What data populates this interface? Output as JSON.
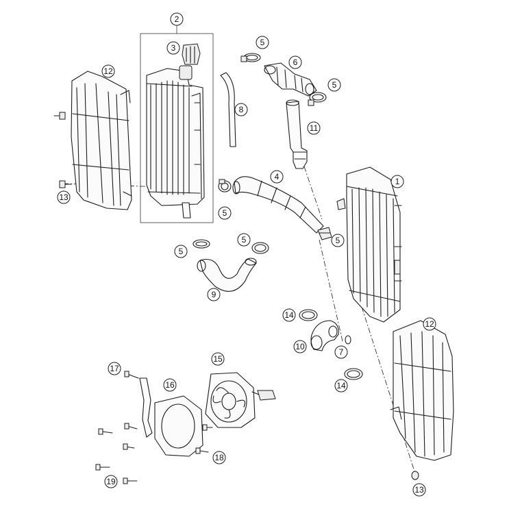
{
  "diagram": {
    "callouts": [
      {
        "id": "c1",
        "label": "1"
      },
      {
        "id": "c2",
        "label": "2"
      },
      {
        "id": "c3",
        "label": "3"
      },
      {
        "id": "c4",
        "label": "4"
      },
      {
        "id": "c5a",
        "label": "5"
      },
      {
        "id": "c5b",
        "label": "5"
      },
      {
        "id": "c5c",
        "label": "5"
      },
      {
        "id": "c5d",
        "label": "5"
      },
      {
        "id": "c5e",
        "label": "5"
      },
      {
        "id": "c5f",
        "label": "5"
      },
      {
        "id": "c6",
        "label": "6"
      },
      {
        "id": "c7",
        "label": "7"
      },
      {
        "id": "c8",
        "label": "8"
      },
      {
        "id": "c9",
        "label": "9"
      },
      {
        "id": "c10",
        "label": "10"
      },
      {
        "id": "c11",
        "label": "11"
      },
      {
        "id": "c12a",
        "label": "12"
      },
      {
        "id": "c12b",
        "label": "12"
      },
      {
        "id": "c13a",
        "label": "13"
      },
      {
        "id": "c13b",
        "label": "13"
      },
      {
        "id": "c14a",
        "label": "14"
      },
      {
        "id": "c14b",
        "label": "14"
      },
      {
        "id": "c15",
        "label": "15"
      },
      {
        "id": "c16",
        "label": "16"
      },
      {
        "id": "c17",
        "label": "17"
      },
      {
        "id": "c18",
        "label": "18"
      },
      {
        "id": "c19",
        "label": "19"
      }
    ]
  }
}
